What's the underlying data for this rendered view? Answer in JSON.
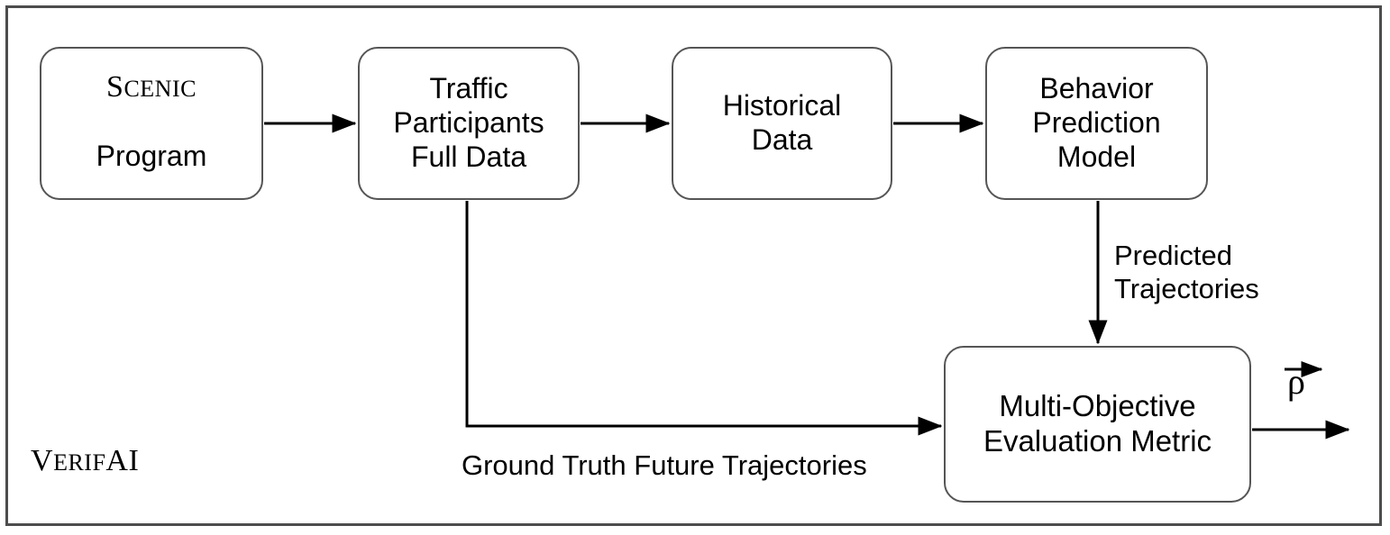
{
  "figure": {
    "framework_label": "VerifAI",
    "framework_label_parts": {
      "big1": "V",
      "small1": "ERIF",
      "big2": "AI"
    }
  },
  "nodes": [
    {
      "id": "scenic-program",
      "name": "scenic-program-box",
      "label": "Scenic Program",
      "line1_big": "S",
      "line1_small": "CENIC",
      "line2": "Program"
    },
    {
      "id": "traffic-participants-full-data",
      "name": "traffic-participants-full-data-box",
      "label": "Traffic\nParticipants\nFull Data"
    },
    {
      "id": "historical-data",
      "name": "historical-data-box",
      "label": "Historical\nData"
    },
    {
      "id": "behavior-prediction-model",
      "name": "behavior-prediction-model-box",
      "label": "Behavior\nPrediction\nModel"
    },
    {
      "id": "multi-objective-evaluation-metric",
      "name": "multi-objective-evaluation-metric-box",
      "label": "Multi-Objective\nEvaluation Metric"
    }
  ],
  "edges": [
    {
      "id": "e1",
      "from": "scenic-program",
      "to": "traffic-participants-full-data",
      "label": ""
    },
    {
      "id": "e2",
      "from": "traffic-participants-full-data",
      "to": "historical-data",
      "label": ""
    },
    {
      "id": "e3",
      "from": "historical-data",
      "to": "behavior-prediction-model",
      "label": ""
    },
    {
      "id": "e4",
      "from": "behavior-prediction-model",
      "to": "multi-objective-evaluation-metric",
      "label": "Predicted\nTrajectories"
    },
    {
      "id": "e5",
      "from": "traffic-participants-full-data",
      "to": "multi-objective-evaluation-metric",
      "label": "Ground Truth Future Trajectories"
    },
    {
      "id": "e6",
      "from": "multi-objective-evaluation-metric",
      "to": "output",
      "label": "ρ"
    }
  ],
  "output": {
    "symbol": "ρ",
    "symbol_name": "rho-vector",
    "has_vector_arrow": true
  },
  "colors": {
    "frame_stroke": "#4d4d4d",
    "box_stroke": "#555555",
    "edge_stroke": "#000000",
    "text": "#000000",
    "background": "#ffffff"
  }
}
